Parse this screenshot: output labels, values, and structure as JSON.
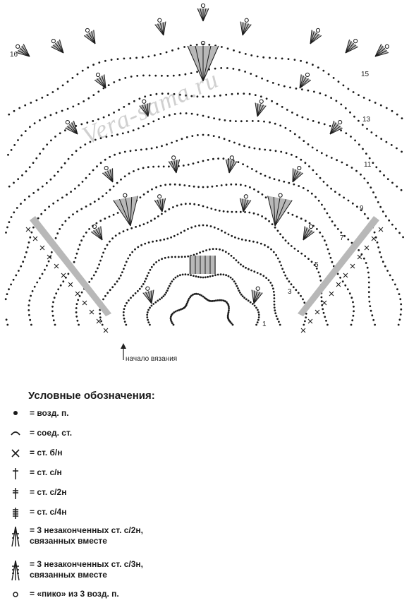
{
  "watermark": "Vera-sama.ru",
  "start_label": "начало вязания",
  "row_numbers": [
    {
      "label": "16"
    },
    {
      "label": "15"
    },
    {
      "label": "13"
    },
    {
      "label": "11"
    },
    {
      "label": "9"
    },
    {
      "label": "7"
    },
    {
      "label": "5"
    },
    {
      "label": "3"
    },
    {
      "label": "1"
    }
  ],
  "legend": {
    "title": "Условные обозначения:",
    "items": [
      {
        "icon": "dot-icon",
        "text": "= возд. п."
      },
      {
        "icon": "arc-icon",
        "text": "= соед. ст."
      },
      {
        "icon": "cross-icon",
        "text": "= ст. б/н"
      },
      {
        "icon": "dagger-icon",
        "text": "= ст. с/н"
      },
      {
        "icon": "double-dagger-icon",
        "text": "= ст. с/2н"
      },
      {
        "icon": "quad-dagger-icon",
        "text": "= ст. с/4н"
      },
      {
        "icon": "cluster-2-icon",
        "text": "= 3 незаконченных ст. с/2н,",
        "text2": "связанных вместе"
      },
      {
        "icon": "cluster-3-icon",
        "text": "= 3 незаконченных ст. с/3н,",
        "text2": "связанных вместе"
      },
      {
        "icon": "picot-icon",
        "text": "= «пико» из 3 возд. п."
      }
    ]
  },
  "colors": {
    "ink": "#1a1a1a",
    "fill": "#b8b8b8"
  }
}
